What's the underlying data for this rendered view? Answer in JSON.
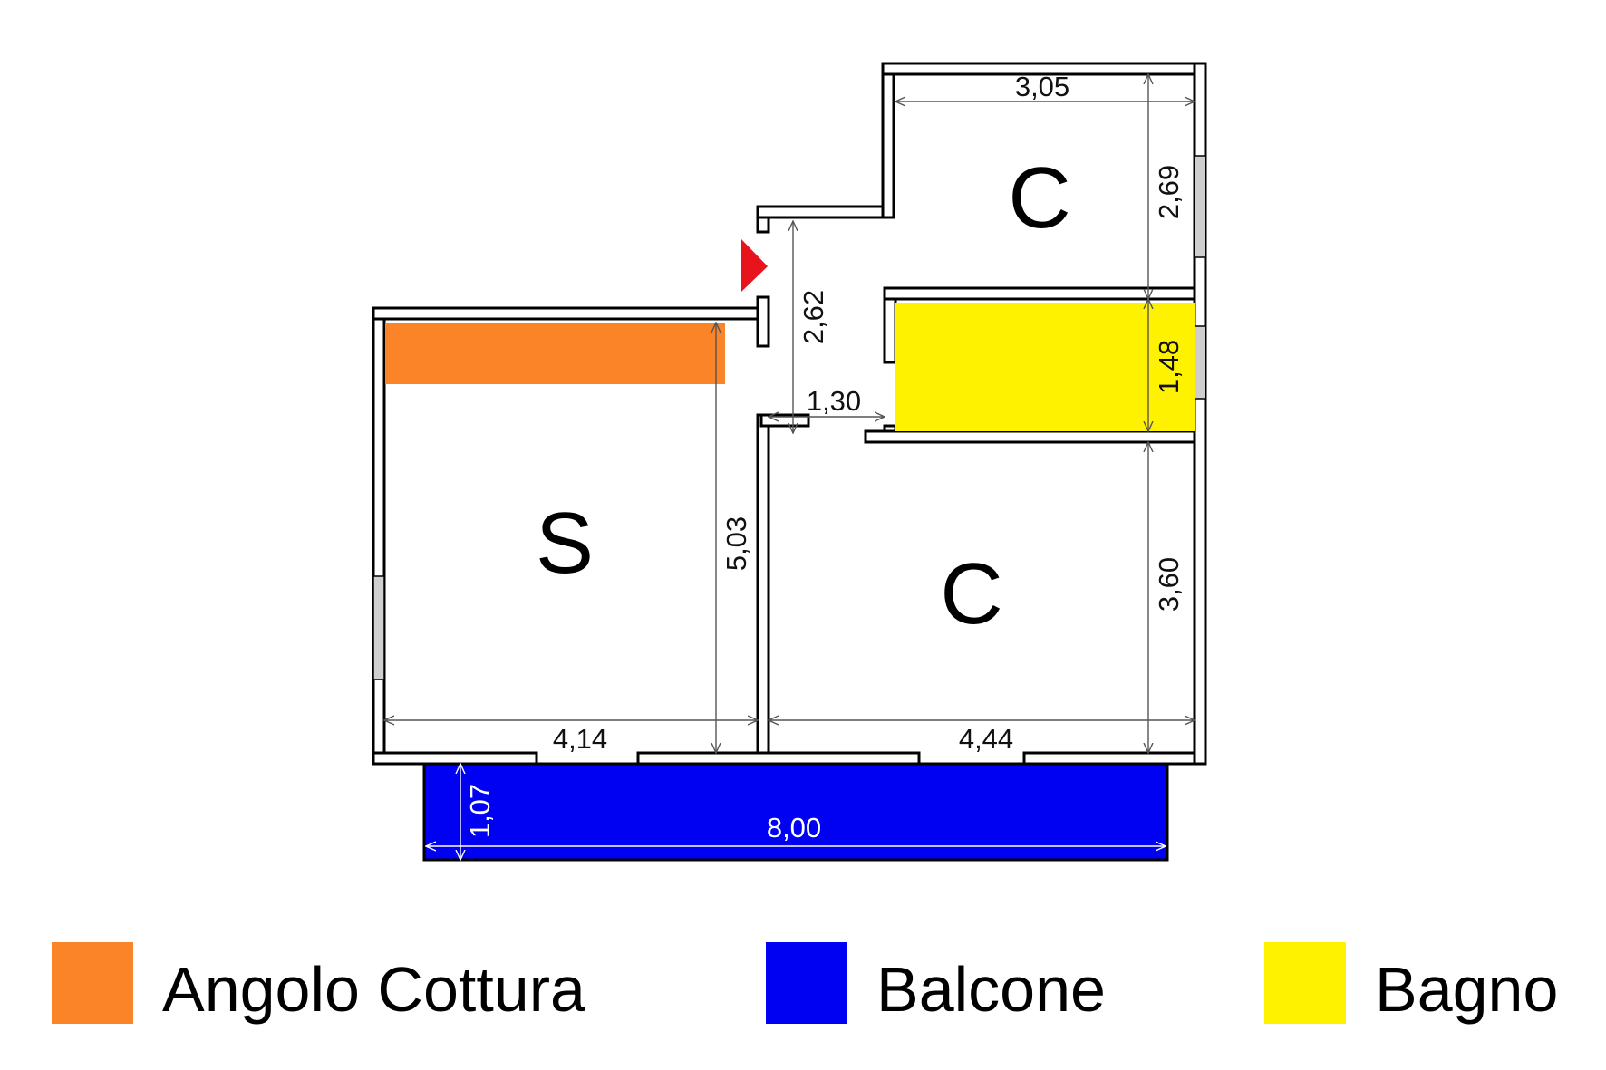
{
  "colors": {
    "kitchen": "#fb8429",
    "balcony": "#0000f2",
    "bathroom": "#fff200",
    "entrance_marker": "#e8141c"
  },
  "rooms": {
    "living": "S",
    "bedroom_top": "C",
    "bedroom_bottom": "C"
  },
  "dimensions": {
    "top_bedroom_width": "3,05",
    "top_bedroom_depth": "2,69",
    "hall_depth": "2,62",
    "hall_width": "1,30",
    "bathroom_depth": "1,48",
    "living_depth": "5,03",
    "bottom_bedroom_depth": "3,60",
    "living_width": "4,14",
    "bottom_bedroom_width": "4,44",
    "balcony_depth": "1,07",
    "balcony_width": "8,00"
  },
  "legend": [
    {
      "label": "Angolo Cottura",
      "color": "#fb8429",
      "icon": "kitchen-swatch"
    },
    {
      "label": "Balcone",
      "color": "#0000f2",
      "icon": "balcony-swatch"
    },
    {
      "label": "Bagno",
      "color": "#fff200",
      "icon": "bathroom-swatch"
    }
  ]
}
